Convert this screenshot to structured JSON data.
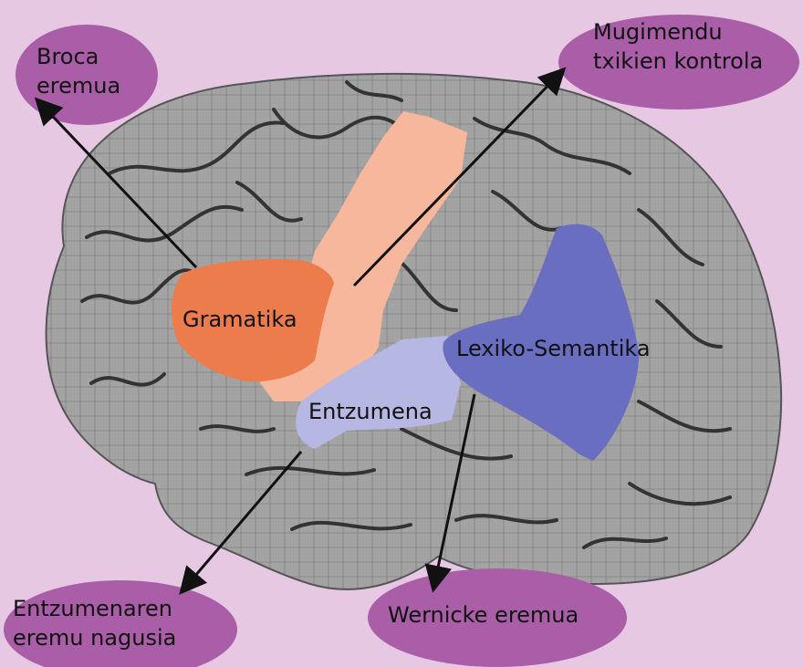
{
  "colors": {
    "background": "#e6c8e3",
    "callout_bubble": "#a95ea7",
    "brain": "#9a9a9a",
    "grammar_region": "#ec7c4c",
    "motor_strip": "#f6b79c",
    "auditory_region": "#b7b7e3",
    "semantic_region": "#6a6ec0",
    "arrow": "#111111"
  },
  "callouts": {
    "broca": {
      "line1": "Broca",
      "line2": "eremua"
    },
    "motor": {
      "line1": "Mugimendu",
      "line2": "txikien kontrola"
    },
    "auditory": {
      "line1": "Entzumenaren",
      "line2": "eremu nagusia"
    },
    "wernicke": {
      "line1": "Wernicke eremua"
    }
  },
  "regions": {
    "grammar": "Gramatika",
    "lexical_semantic": "Lexiko-Semantika",
    "auditory": "Entzumena"
  }
}
